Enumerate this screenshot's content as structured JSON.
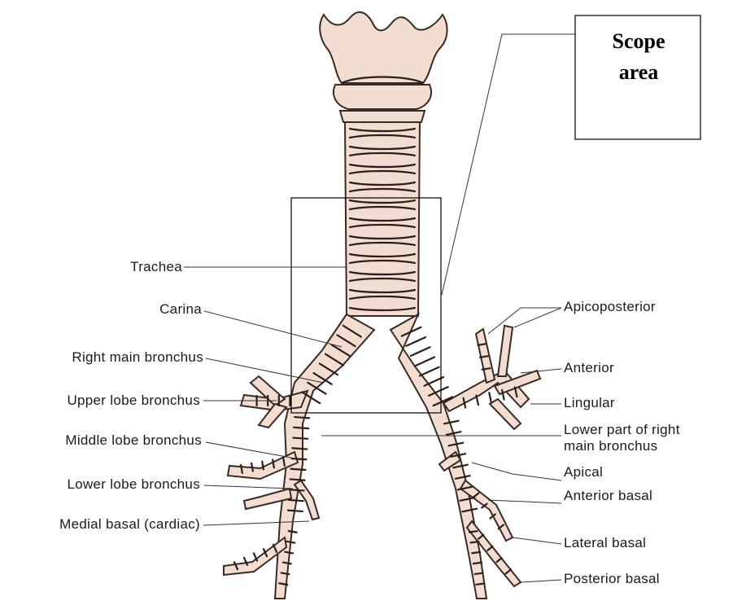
{
  "scope_box": {
    "title_line1": "Scope",
    "title_line2": "area"
  },
  "labels_left": [
    {
      "id": "trachea",
      "text": "Trachea"
    },
    {
      "id": "carina",
      "text": "Carina"
    },
    {
      "id": "right-main-bronchus",
      "text": "Right main bronchus"
    },
    {
      "id": "upper-lobe-bronchus",
      "text": "Upper lobe bronchus"
    },
    {
      "id": "middle-lobe-bronchus",
      "text": "Middle lobe bronchus"
    },
    {
      "id": "lower-lobe-bronchus",
      "text": "Lower lobe bronchus"
    },
    {
      "id": "medial-basal",
      "text": "Medial basal (cardiac)"
    }
  ],
  "labels_right": [
    {
      "id": "apicoposterior",
      "text": "Apicoposterior"
    },
    {
      "id": "anterior",
      "text": "Anterior"
    },
    {
      "id": "lingular",
      "text": "Lingular"
    },
    {
      "id": "lower-part-main-bronchus-1",
      "text": "Lower part of right"
    },
    {
      "id": "lower-part-main-bronchus-2",
      "text": "main bronchus"
    },
    {
      "id": "apical",
      "text": "Apical"
    },
    {
      "id": "anterior-basal",
      "text": "Anterior basal"
    },
    {
      "id": "lateral-basal",
      "text": "Lateral basal"
    },
    {
      "id": "posterior-basal",
      "text": "Posterior basal"
    }
  ],
  "colors": {
    "cartilage": "#f2ddd0",
    "outline": "#2c1f1b",
    "text": "#1a1a1a"
  }
}
